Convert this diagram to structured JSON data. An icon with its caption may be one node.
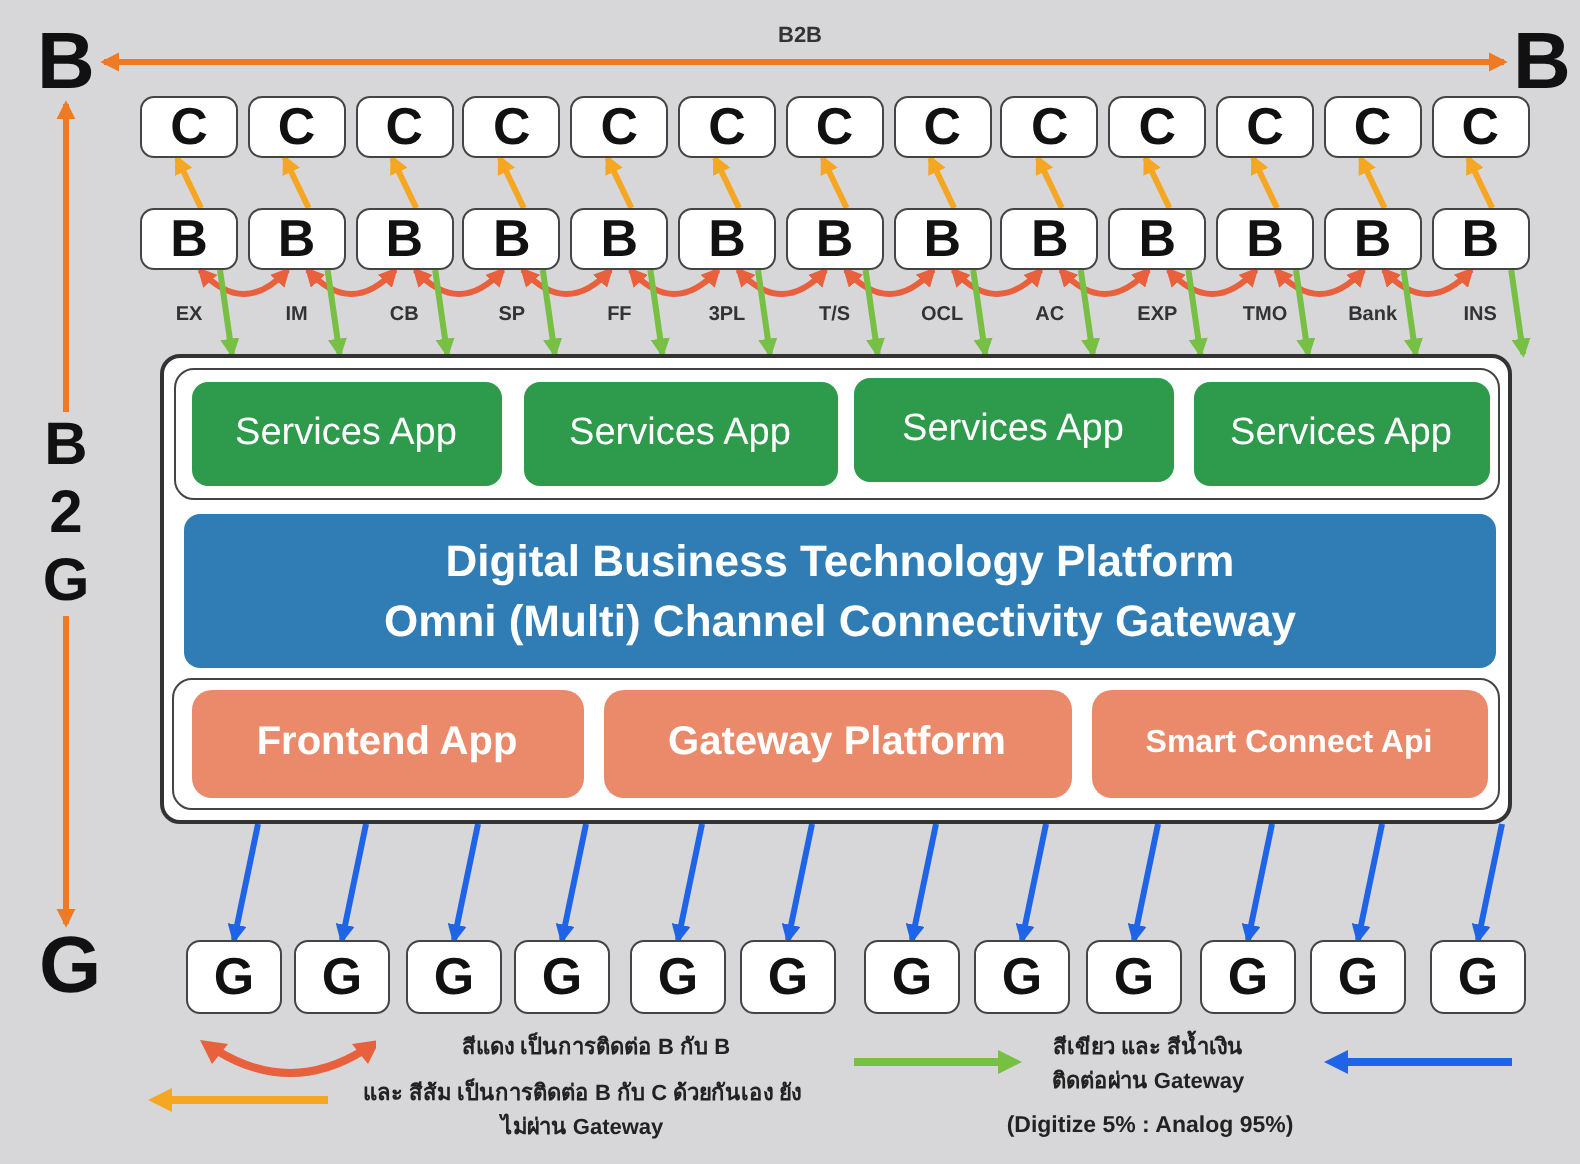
{
  "diagram": {
    "nodes": [
      {
        "text": [
          "B"
        ]
      },
      {
        "text": [
          "B"
        ]
      },
      {
        "text": [
          "G"
        ]
      },
      {
        "text": [
          "C"
        ]
      },
      {
        "text": [
          "C"
        ]
      },
      {
        "text": [
          "C"
        ]
      },
      {
        "text": [
          "C"
        ]
      },
      {
        "text": [
          "C"
        ]
      },
      {
        "text": [
          "C"
        ]
      },
      {
        "text": [
          "C"
        ]
      },
      {
        "text": [
          "C"
        ]
      },
      {
        "text": [
          "C"
        ]
      },
      {
        "text": [
          "C"
        ]
      },
      {
        "text": [
          "C"
        ]
      },
      {
        "text": [
          "C"
        ]
      },
      {
        "text": [
          "C"
        ]
      },
      {
        "text": [
          "B"
        ],
        "beside": [
          "EX"
        ]
      },
      {
        "text": [
          "B"
        ],
        "beside": [
          "IM"
        ]
      },
      {
        "text": [
          "B"
        ],
        "beside": [
          "CB"
        ]
      },
      {
        "text": [
          "B"
        ],
        "beside": [
          "SP"
        ]
      },
      {
        "text": [
          "B"
        ],
        "beside": [
          "FF"
        ]
      },
      {
        "text": [
          "B"
        ],
        "beside": [
          "3PL"
        ]
      },
      {
        "text": [
          "B"
        ],
        "beside": [
          "T/S"
        ]
      },
      {
        "text": [
          "B"
        ],
        "beside": [
          "OCL"
        ]
      },
      {
        "text": [
          "B"
        ],
        "beside": [
          "AC"
        ]
      },
      {
        "text": [
          "B"
        ],
        "beside": [
          "EXP"
        ]
      },
      {
        "text": [
          "B"
        ],
        "beside": [
          "TMO"
        ]
      },
      {
        "text": [
          "B"
        ],
        "beside": [
          "Bank"
        ]
      },
      {
        "text": [
          "B"
        ],
        "beside": [
          "INS"
        ]
      },
      {
        "text": [],
        "shape": "box"
      },
      {
        "text": [],
        "shape": "box",
        "in": 29
      },
      {
        "text": [
          "Services App"
        ],
        "in": 30
      },
      {
        "text": [
          "Services App"
        ],
        "in": 30
      },
      {
        "text": [
          "Services App"
        ],
        "in": 30
      },
      {
        "text": [
          "Services App"
        ],
        "in": 30
      },
      {
        "text": [
          "Digital Business Technology Platform",
          "Omni (Multi) Channel Connectivity Gateway"
        ],
        "in": 29
      },
      {
        "text": [],
        "shape": "box",
        "in": 29
      },
      {
        "text": [
          "Frontend App"
        ],
        "in": 36
      },
      {
        "text": [
          "Gateway Platform"
        ],
        "in": 36
      },
      {
        "text": [
          "Smart Connect Api"
        ],
        "in": 36
      },
      {
        "text": [
          "G"
        ]
      },
      {
        "text": [
          "G"
        ]
      },
      {
        "text": [
          "G"
        ]
      },
      {
        "text": [
          "G"
        ]
      },
      {
        "text": [
          "G"
        ]
      },
      {
        "text": [
          "G"
        ]
      },
      {
        "text": [
          "G"
        ]
      },
      {
        "text": [
          "G"
        ]
      },
      {
        "text": [
          "G"
        ]
      },
      {
        "text": [
          "G"
        ]
      },
      {
        "text": [
          "G"
        ]
      },
      {
        "text": [
          "G"
        ]
      }
    ],
    "edges": [
      {
        "from": 0,
        "to": 1,
        "arrow": "both",
        "label": "B2B",
        "color": "#f07a22"
      },
      {
        "from": 0,
        "to": 2,
        "arrow": "both",
        "label": "B2G",
        "color": "#f07a22"
      },
      {
        "from": 16,
        "to": 3,
        "arrow": "to",
        "color": "#f5a623"
      },
      {
        "from": 17,
        "to": 4,
        "arrow": "to",
        "color": "#f5a623"
      },
      {
        "from": 18,
        "to": 5,
        "arrow": "to",
        "color": "#f5a623"
      },
      {
        "from": 19,
        "to": 6,
        "arrow": "to",
        "color": "#f5a623"
      },
      {
        "from": 20,
        "to": 7,
        "arrow": "to",
        "color": "#f5a623"
      },
      {
        "from": 21,
        "to": 8,
        "arrow": "to",
        "color": "#f5a623"
      },
      {
        "from": 22,
        "to": 9,
        "arrow": "to",
        "color": "#f5a623"
      },
      {
        "from": 23,
        "to": 10,
        "arrow": "to",
        "color": "#f5a623"
      },
      {
        "from": 24,
        "to": 11,
        "arrow": "to",
        "color": "#f5a623"
      },
      {
        "from": 25,
        "to": 12,
        "arrow": "to",
        "color": "#f5a623"
      },
      {
        "from": 26,
        "to": 13,
        "arrow": "to",
        "color": "#f5a623"
      },
      {
        "from": 27,
        "to": 14,
        "arrow": "to",
        "color": "#f5a623"
      },
      {
        "from": 28,
        "to": 15,
        "arrow": "to",
        "color": "#f5a623"
      },
      {
        "from": 16,
        "to": 17,
        "arrow": "both",
        "color": "#e8603c"
      },
      {
        "from": 17,
        "to": 18,
        "arrow": "both",
        "color": "#e8603c"
      },
      {
        "from": 18,
        "to": 19,
        "arrow": "both",
        "color": "#e8603c"
      },
      {
        "from": 19,
        "to": 20,
        "arrow": "both",
        "color": "#e8603c"
      },
      {
        "from": 20,
        "to": 21,
        "arrow": "both",
        "color": "#e8603c"
      },
      {
        "from": 21,
        "to": 22,
        "arrow": "both",
        "color": "#e8603c"
      },
      {
        "from": 22,
        "to": 23,
        "arrow": "both",
        "color": "#e8603c"
      },
      {
        "from": 23,
        "to": 24,
        "arrow": "both",
        "color": "#e8603c"
      },
      {
        "from": 24,
        "to": 25,
        "arrow": "both",
        "color": "#e8603c"
      },
      {
        "from": 25,
        "to": 26,
        "arrow": "both",
        "color": "#e8603c"
      },
      {
        "from": 26,
        "to": 27,
        "arrow": "both",
        "color": "#e8603c"
      },
      {
        "from": 27,
        "to": 28,
        "arrow": "both",
        "color": "#e8603c"
      },
      {
        "from": 16,
        "to": 29,
        "arrow": "to",
        "color": "#77c043"
      },
      {
        "from": 17,
        "to": 29,
        "arrow": "to",
        "color": "#77c043"
      },
      {
        "from": 18,
        "to": 29,
        "arrow": "to",
        "color": "#77c043"
      },
      {
        "from": 19,
        "to": 29,
        "arrow": "to",
        "color": "#77c043"
      },
      {
        "from": 20,
        "to": 29,
        "arrow": "to",
        "color": "#77c043"
      },
      {
        "from": 21,
        "to": 29,
        "arrow": "to",
        "color": "#77c043"
      },
      {
        "from": 22,
        "to": 29,
        "arrow": "to",
        "color": "#77c043"
      },
      {
        "from": 23,
        "to": 29,
        "arrow": "to",
        "color": "#77c043"
      },
      {
        "from": 24,
        "to": 29,
        "arrow": "to",
        "color": "#77c043"
      },
      {
        "from": 25,
        "to": 29,
        "arrow": "to",
        "color": "#77c043"
      },
      {
        "from": 26,
        "to": 29,
        "arrow": "to",
        "color": "#77c043"
      },
      {
        "from": 27,
        "to": 29,
        "arrow": "to",
        "color": "#77c043"
      },
      {
        "from": 28,
        "to": 29,
        "arrow": "to",
        "color": "#77c043"
      },
      {
        "from": 29,
        "to": 40,
        "arrow": "to",
        "color": "#1f63e6"
      },
      {
        "from": 29,
        "to": 41,
        "arrow": "to",
        "color": "#1f63e6"
      },
      {
        "from": 29,
        "to": 42,
        "arrow": "to",
        "color": "#1f63e6"
      },
      {
        "from": 29,
        "to": 43,
        "arrow": "to",
        "color": "#1f63e6"
      },
      {
        "from": 29,
        "to": 44,
        "arrow": "to",
        "color": "#1f63e6"
      },
      {
        "from": 29,
        "to": 45,
        "arrow": "to",
        "color": "#1f63e6"
      },
      {
        "from": 29,
        "to": 46,
        "arrow": "to",
        "color": "#1f63e6"
      },
      {
        "from": 29,
        "to": 47,
        "arrow": "to",
        "color": "#1f63e6"
      },
      {
        "from": 29,
        "to": 48,
        "arrow": "to",
        "color": "#1f63e6"
      },
      {
        "from": 29,
        "to": 49,
        "arrow": "to",
        "color": "#1f63e6"
      },
      {
        "from": 29,
        "to": 50,
        "arrow": "to",
        "color": "#1f63e6"
      },
      {
        "from": 29,
        "to": 51,
        "arrow": "to",
        "color": "#1f63e6"
      }
    ],
    "labels": [
      "(Digitize 5% : Analog 95%)"
    ],
    "legend": [
      {
        "text": "สีแดง เป็นการติดต่อ B กับ B"
      },
      {
        "text": "และ สีส้ม เป็นการติดต่อ B กับ C ด้วยกันเอง ยังไม่ผ่าน Gateway"
      },
      {
        "text": "สีเขียว และ สีน้ำเงิน ติดต่อผ่าน Gateway"
      }
    ]
  }
}
